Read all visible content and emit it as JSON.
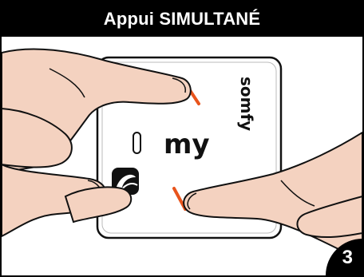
{
  "header": {
    "title": "Appui SIMULTANÉ"
  },
  "remote": {
    "button_label": "my",
    "brand": "somfy",
    "icons": [
      "toggle-slot-icon",
      "wipe-button-icon",
      "up-button-icon",
      "down-button-icon"
    ]
  },
  "step": {
    "number": "3"
  },
  "colors": {
    "accent": "#E8541C",
    "header_bg": "#000000",
    "skin": "#F4D2C0",
    "outline": "#111111"
  }
}
